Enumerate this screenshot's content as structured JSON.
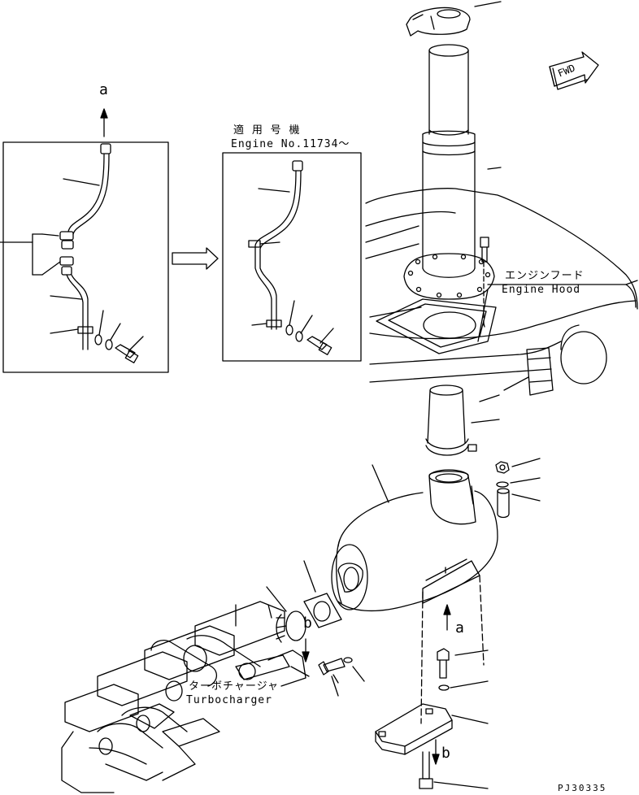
{
  "callouts": {
    "a_top": "a",
    "a_bottom": "a",
    "b_left": "b",
    "b_bottom": "b"
  },
  "inset": {
    "applicable_jp": "適 用 号 機",
    "applicable_en": "Engine No.11734～"
  },
  "labels": {
    "engine_hood_jp": "エンジンフード",
    "engine_hood_en": "Engine Hood",
    "turbo_jp": "ターボチャージャ",
    "turbo_en": "Turbocharger",
    "fwd": "FWD"
  },
  "drawing_code": "PJ30335"
}
